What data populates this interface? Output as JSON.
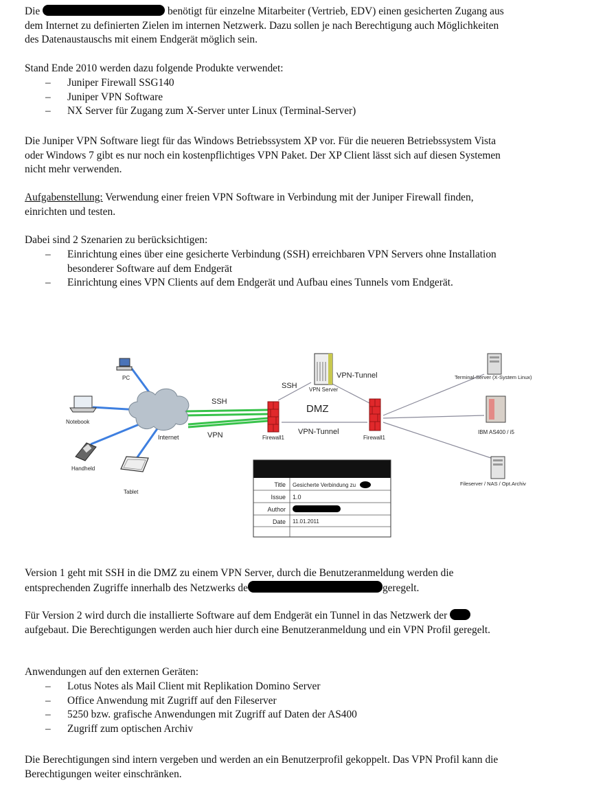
{
  "p1": {
    "lead": "Die",
    "rest_line1": "benötigt für einzelne Mitarbeiter (Vertrieb, EDV) einen gesicherten Zugang aus",
    "line2": "dem Internet zu definierten Zielen im internen Netzwerk. Dazu sollen je nach Berechtigung auch Möglichkeiten",
    "line3": "des Datenaustauschs mit einem Endgerät möglich sein."
  },
  "p2": {
    "intro": "Stand Ende 2010 werden dazu folgende Produkte verwendet:",
    "items": [
      "Juniper Firewall SSG140",
      "Juniper VPN Software",
      "NX Server für Zugang zum X-Server unter Linux (Terminal-Server)"
    ]
  },
  "p3": {
    "line1": "Die Juniper VPN Software liegt für das Windows Betriebssystem XP vor. Für die neueren Betriebssystem Vista",
    "line2": "oder Windows 7 gibt es nur noch ein kostenpflichtiges VPN Paket. Der XP Client lässt sich auf diesen Systemen",
    "line3": "nicht mehr verwenden."
  },
  "p4": {
    "label": "Aufgabenstellung:",
    "line1": " Verwendung einer freien VPN Software in Verbindung mit der Juniper Firewall finden,",
    "line2": "einrichten und testen."
  },
  "p5": {
    "intro": "Dabei sind 2 Szenarien zu berücksichtigen:",
    "item1_line1": "Einrichtung eines über eine gesicherte Verbindung (SSH) erreichbaren VPN Servers ohne Installation",
    "item1_line2": "besonderer Software auf dem Endgerät",
    "item2": "Einrichtung eines VPN Clients auf dem Endgerät und Aufbau eines Tunnels vom Endgerät."
  },
  "diagram": {
    "pc": "PC",
    "notebook": "Notebook",
    "handheld": "Handheld",
    "tablet": "Tablet",
    "internet": "Internet",
    "ssh_left": "SSH",
    "vpn_left": "VPN",
    "firewall_left": "Firewall1",
    "firewall_right": "Firewall1",
    "ssh_top": "SSH",
    "vpn_server": "VPN Server",
    "vpn_tunnel_top": "VPN-Tunnel",
    "dmz": "DMZ",
    "vpn_tunnel_bottom": "VPN-Tunnel",
    "terminal_server": "Terminal-Server (X-System Linux)",
    "ibm": "IBM AS400 / i5",
    "fileserver": "Fileserver / NAS / Opt.Archiv"
  },
  "infobox": {
    "title_label": "Title",
    "title_value": "Gesicherte Verbindung zu",
    "issue_label": "Issue",
    "issue_value": "1.0",
    "author_label": "Author",
    "date_label": "Date",
    "date_value": "11.01.2011"
  },
  "p6": {
    "line1": "Version 1 geht mit SSH in die DMZ zu einem VPN Server, durch die Benutzeranmeldung werden die",
    "line2_pre": "entsprechenden Zugriffe innerhalb des Netzwerks de",
    "line2_post": "geregelt."
  },
  "p7": {
    "line1": "Für Version 2 wird durch die installierte Software auf dem Endgerät ein Tunnel in das Netzwerk der",
    "line2": "aufgebaut. Die Berechtigungen werden auch hier durch eine Benutzeranmeldung und ein VPN Profil geregelt."
  },
  "p8": {
    "intro": "Anwendungen auf den externen Geräten:",
    "items": [
      "Lotus Notes als Mail Client mit Replikation Domino Server",
      "Office Anwendung mit Zugriff auf den Fileserver",
      "5250 bzw. grafische Anwendungen mit Zugriff auf Daten der AS400",
      "Zugriff zum optischen Archiv"
    ]
  },
  "p9": {
    "line1": "Die Berechtigungen sind intern vergeben und werden an ein Benutzerprofil gekoppelt. Das VPN Profil kann die",
    "line2": "Berechtigungen weiter einschränken."
  },
  "bullet": "–",
  "colors": {
    "firewall": "#e0282b",
    "tunnel": "#37c24a",
    "link": "#3e7fe0",
    "redaction": "#000000"
  }
}
